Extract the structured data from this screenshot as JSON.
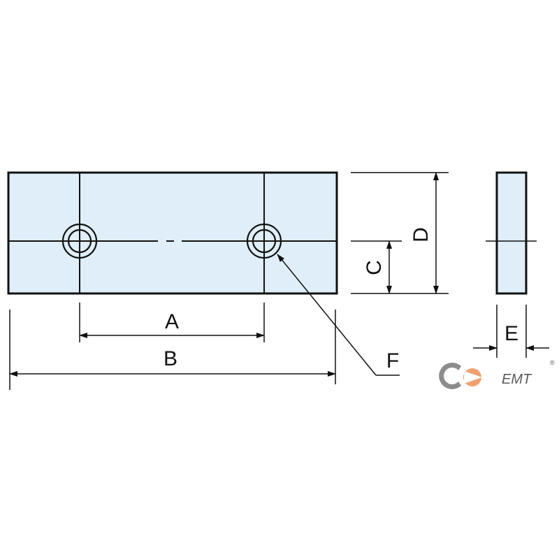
{
  "diagram": {
    "labels": {
      "a": "A",
      "b": "B",
      "c": "C",
      "d": "D",
      "e": "E",
      "f": "F"
    },
    "colors": {
      "part_fill": "#dfeef8",
      "outline": "#111111",
      "logo_gray": "#8c8c8c",
      "logo_orange": "#f0a070"
    },
    "logo": {
      "text": "EMT",
      "mark": "®"
    }
  }
}
